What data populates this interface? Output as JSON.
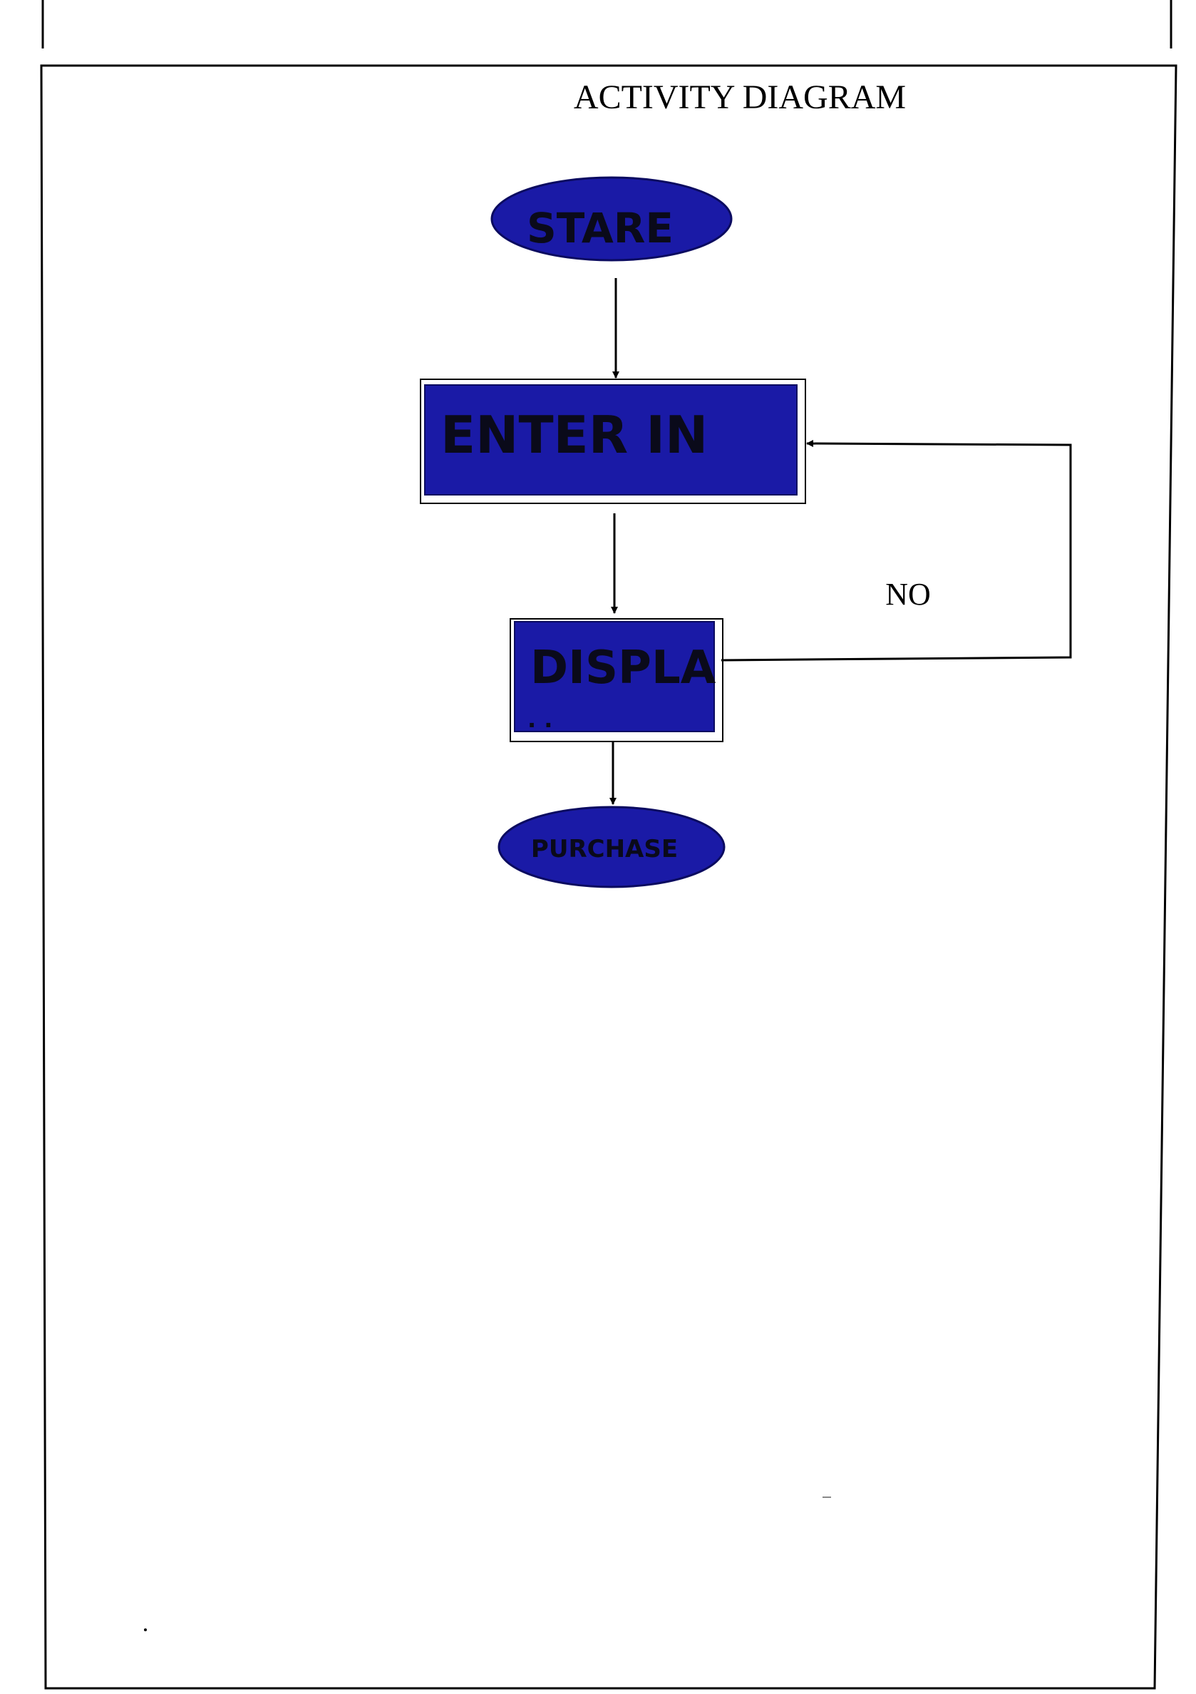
{
  "diagram": {
    "title": "ACTIVITY DIAGRAM",
    "nodes": {
      "start": {
        "label": "STARE",
        "shape": "ellipse"
      },
      "enter": {
        "label": "ENTER IN",
        "shape": "rectangle"
      },
      "display": {
        "label": "DISPLA",
        "sublabel": ". .",
        "shape": "rectangle"
      },
      "purchase": {
        "label": "PURCHASE",
        "shape": "ellipse"
      }
    },
    "edges": {
      "start_to_enter": {
        "from": "start",
        "to": "enter",
        "label": ""
      },
      "enter_to_display": {
        "from": "enter",
        "to": "display",
        "label": ""
      },
      "display_to_enter": {
        "from": "display",
        "to": "enter",
        "label": "NO"
      },
      "display_to_purchase": {
        "from": "display",
        "to": "purchase",
        "label": ""
      }
    },
    "colors": {
      "node_fill": "#1a1aa6",
      "node_text": "#0a0a1a",
      "line": "#000000",
      "background": "#ffffff"
    }
  }
}
